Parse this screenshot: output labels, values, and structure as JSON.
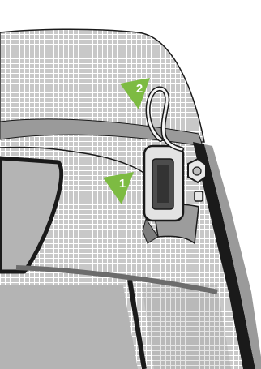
{
  "colors": {
    "mesh_background": "#c8c8c8",
    "mesh_line": "#ffffff",
    "outline": "#1a1a1a",
    "panel_gray": "#b4b4b4",
    "strap_gray": "#9c9c9c",
    "callout_green": "#7dbb42"
  },
  "icons": {
    "callout_1": "green-triangle-marker",
    "callout_2": "green-triangle-marker",
    "hook": "metal-s-hook",
    "buckle": "strap-buckle",
    "nut": "hex-nut"
  },
  "callouts": [
    {
      "number": "1"
    },
    {
      "number": "2"
    }
  ]
}
